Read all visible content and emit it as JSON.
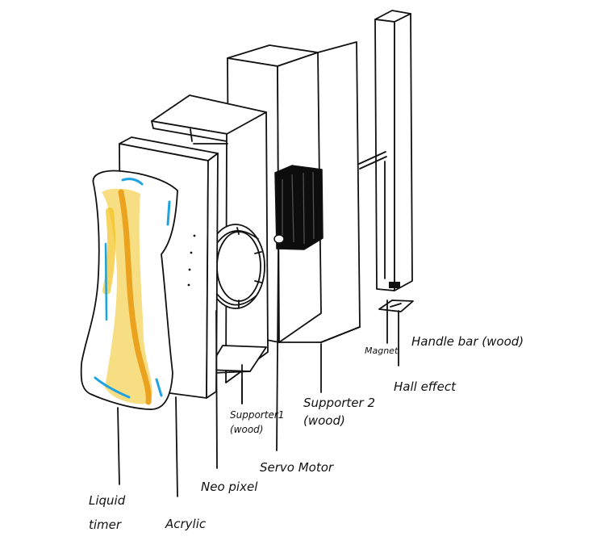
{
  "labels": {
    "liquid_timer": "Liquid\ntimer",
    "acrylic": "Acrylic",
    "neo_pixel": "Neo pixel",
    "supporter1": "Supporter1\n(wood)",
    "servo_motor": "Servo Motor",
    "supporter2": "Supporter 2\n(wood)",
    "magnet": "Magnet",
    "handle_bar": "Handle bar (wood)",
    "hall_effect": "Hall effect"
  },
  "colors": {
    "ink": "#111111",
    "liquid_yellow": "#f2c21b",
    "liquid_orange": "#e89b14",
    "liquid_blue": "#1fa3e0",
    "motor_black": "#0d0d0d"
  }
}
